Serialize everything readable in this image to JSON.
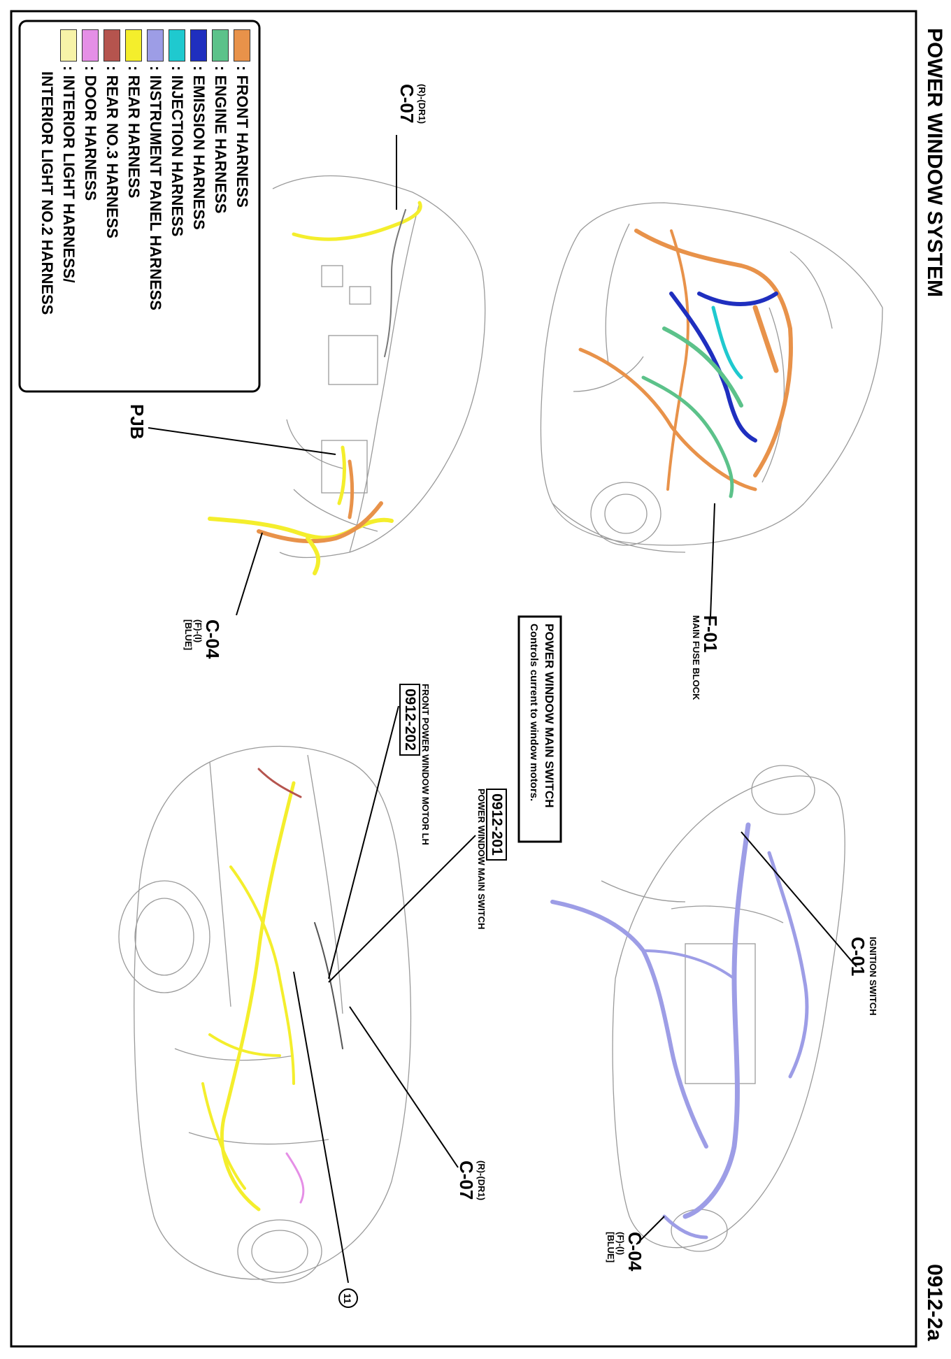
{
  "page": {
    "title": "POWER WINDOW SYSTEM",
    "code": "0912-2a"
  },
  "legend": [
    {
      "label": ": FRONT HARNESS",
      "color": "#e8924a"
    },
    {
      "label": ": ENGINE HARNESS",
      "color": "#5cc28a"
    },
    {
      "label": ": EMISSION HARNESS",
      "color": "#1f2fbf"
    },
    {
      "label": ": INJECTION HARNESS",
      "color": "#1fc9cf"
    },
    {
      "label": ": INSTRUMENT PANEL HARNESS",
      "color": "#9d9de6"
    },
    {
      "label": ": REAR HARNESS",
      "color": "#f4ee2c"
    },
    {
      "label": ": REAR NO.3 HARNESS",
      "color": "#b5544e"
    },
    {
      "label": ": DOOR HARNESS",
      "color": "#e58fe6"
    },
    {
      "label": ": INTERIOR LIGHT HARNESS/",
      "label2": "INTERIOR LIGHT NO.2 HARNESS",
      "color": "#f7f3a8"
    }
  ],
  "connectors": {
    "c07_top": {
      "id": "C-07",
      "sub": "(R)-(DR1)"
    },
    "pjb": {
      "id": "PJB"
    },
    "c04_left": {
      "id": "C-04",
      "sub1": "(F)-(I)",
      "sub2": "[BLUE]"
    },
    "f01": {
      "id": "F-01",
      "desc": "MAIN FUSE BLOCK"
    },
    "c01": {
      "id": "C-01",
      "desc": "IGNITION SWITCH"
    },
    "c04_right": {
      "id": "C-04",
      "sub1": "(F)-(I)",
      "sub2": "[BLUE]"
    },
    "c07_bottom": {
      "id": "C-07",
      "sub": "(R)-(DR1)"
    },
    "ref11": {
      "id": "11"
    }
  },
  "callouts": {
    "main_switch_box": {
      "title": "POWER WINDOW MAIN SWITCH",
      "text": "Controls current to window motors."
    },
    "ref_201": {
      "code": "0912-201",
      "label": "POWER WINDOW MAIN SWITCH"
    },
    "ref_202": {
      "code": "0912-202",
      "label": "FRONT POWER WINDOW MOTOR LH"
    }
  }
}
